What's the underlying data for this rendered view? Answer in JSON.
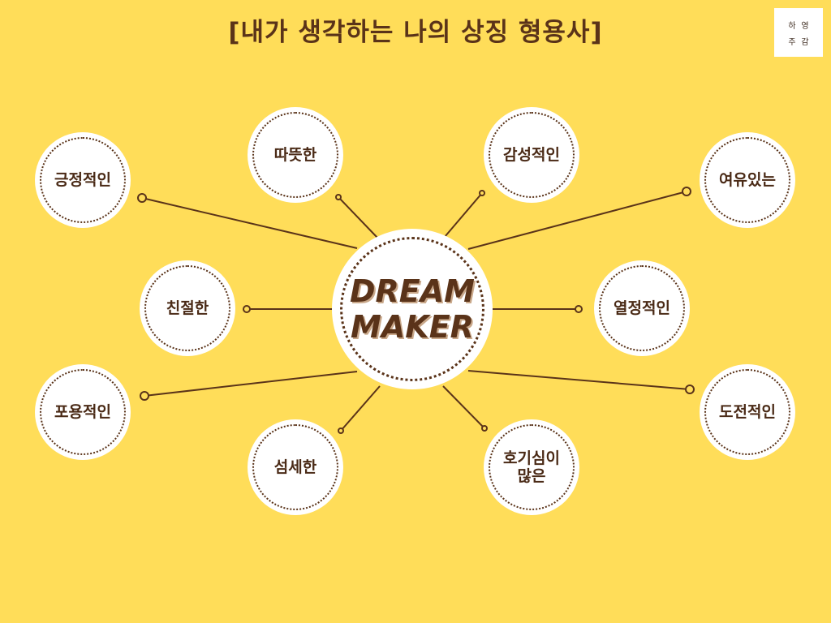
{
  "title": "[내가 생각하는 나의 상징 형용사]",
  "logo": [
    "하",
    "영",
    "주",
    "감"
  ],
  "center": {
    "line1": "DREAM",
    "line2": "MAKER"
  },
  "nodes": [
    {
      "id": "positive",
      "label": "긍정적인"
    },
    {
      "id": "warm",
      "label": "따뜻한"
    },
    {
      "id": "emotional",
      "label": "감성적인"
    },
    {
      "id": "relaxed",
      "label": "여유있는"
    },
    {
      "id": "kind",
      "label": "친절한"
    },
    {
      "id": "passionate",
      "label": "열정적인"
    },
    {
      "id": "inclusive",
      "label": "포용적인"
    },
    {
      "id": "delicate",
      "label": "섬세한"
    },
    {
      "id": "curious",
      "label": "호기심이 많은"
    },
    {
      "id": "challenging",
      "label": "도전적인"
    }
  ],
  "colors": {
    "background": "#ffdd59",
    "line": "#5a3319",
    "circle_fill": "#ffffff",
    "text": "#4a2a16"
  }
}
